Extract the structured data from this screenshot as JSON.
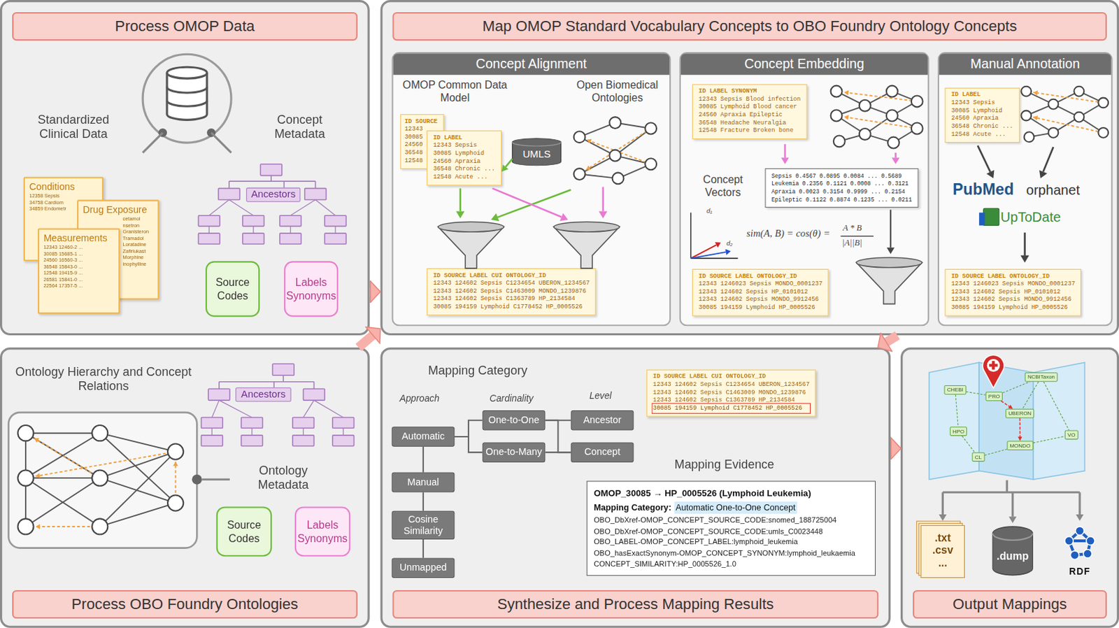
{
  "diagram": {
    "nodes": [
      {
        "text": [
          "Process OMOP Data"
        ]
      },
      {
        "text": [
          "Conditions",
          "12358 Sepsis",
          "34758 Cardiom",
          "34859 Endometr"
        ],
        "in": 0
      },
      {
        "text": [
          "Drug Exposure",
          "cetamol",
          "nsetron",
          "Granisteron",
          "Tramadol",
          "Loratadine",
          "Zafirlukast",
          "Morphine",
          "inophylline"
        ],
        "in": 0
      },
      {
        "text": [
          "Measurements",
          "12343 12460-2 ...",
          "30085 15685-1 ...",
          "24560 16560-3 ...",
          "36548 15843-0 ...",
          "12548 19415-9 ...",
          "26581 15841-0 ...",
          "22564 17357-5 ..."
        ],
        "in": 0
      },
      {
        "text": [
          "Ancestors"
        ],
        "in": 0
      },
      {
        "text": [
          "Source Codes"
        ],
        "in": 0
      },
      {
        "text": [
          "Labels Synonyms"
        ],
        "in": 0
      },
      {
        "text": [
          "Map OMOP Standard Vocabulary Concepts to OBO Foundry Ontology Concepts"
        ]
      },
      {
        "text": [
          "Concept Alignment"
        ],
        "in": 7
      },
      {
        "text": [
          "ID SOURCE",
          "12343",
          "30085",
          "24560",
          "36548",
          "12548"
        ],
        "in": 8
      },
      {
        "text": [
          "ID LABEL",
          "12343 Sepsis",
          "30085 Lymphoid",
          "24560 Apraxia",
          "36548 Chronic ...",
          "12548 Acute ..."
        ],
        "in": 8
      },
      {
        "text": [
          "UMLS"
        ],
        "in": 8
      },
      {
        "text": [
          "ID SOURCE LABEL CUI ONTOLOGY_ID",
          "12343 124602 Sepsis C1234654 UBERON_1234567",
          "12343 124602 Sepsis C1463009 MONDO_1239876",
          "12343 124602 Sepsis C1363789 HP_2134584",
          "30085 194159 Lymphoid C1778452 HP_0005526"
        ],
        "in": 8
      },
      {
        "text": [
          "Concept Embedding"
        ],
        "in": 7
      },
      {
        "text": [
          "ID LABEL SYNONYM",
          "12343 Sepsis Blood infection",
          "30085 Lymphoid Blood cancer",
          "24560 Apraxia Epileptic",
          "36548 Headache Neuralgia",
          "12548 Fracture Broken bone"
        ],
        "in": 13
      },
      {
        "text": [
          "Sepsis 0.4567 0.0895 0.0084 ... 0.5689",
          "Leukemia 0.2356 0.1121 0.0008 ... 0.3121",
          "Apraxia 0.0023 0.3154 0.9999 ... 0.2154",
          "Epileptic 0.1122 0.8874 0.1235 ... 0.0211"
        ],
        "in": 13
      },
      {
        "text": [
          "ID SOURCE LABEL ONTOLOGY_ID",
          "12343 1246023 Sepsis MONDO_0001237",
          "12343 124602 Sepsis HP_0101012",
          "12343 124602 Sepsis MONDO_9912456",
          "30085 194159 Lymphoid HP_0005526"
        ],
        "in": 13
      },
      {
        "text": [
          "Manual Annotation"
        ],
        "in": 7
      },
      {
        "text": [
          "ID LABEL",
          "12343 Sepsis",
          "30085 Lymphoid",
          "24560 Apraxia",
          "36548 Chronic ...",
          "12548 Acute ..."
        ],
        "in": 17
      },
      {
        "text": [
          "ID SOURCE LABEL ONTOLOGY_ID",
          "12343 1246023 Sepsis MONDO_0001237",
          "12343 124602 Sepsis HP_0101012",
          "12343 124602 Sepsis MONDO_9912456",
          "30085 194159 Lymphoid HP_0005526"
        ],
        "in": 17
      },
      {
        "text": [
          "Process OBO Foundry Ontologies"
        ]
      },
      {
        "text": [
          "Ancestors"
        ],
        "in": 20
      },
      {
        "text": [
          "Source Codes"
        ],
        "in": 20
      },
      {
        "text": [
          "Labels Synonyms"
        ],
        "in": 20
      },
      {
        "text": [
          "Synthesize and Process Mapping Results"
        ]
      },
      {
        "text": [
          "Automatic"
        ],
        "in": 24
      },
      {
        "text": [
          "Manual"
        ],
        "in": 24
      },
      {
        "text": [
          "Cosine Similarity"
        ],
        "in": 24
      },
      {
        "text": [
          "Unmapped"
        ],
        "in": 24
      },
      {
        "text": [
          "One-to-One"
        ],
        "in": 24
      },
      {
        "text": [
          "One-to-Many"
        ],
        "in": 24
      },
      {
        "text": [
          "Ancestor"
        ],
        "in": 24
      },
      {
        "text": [
          "Concept"
        ],
        "in": 24
      },
      {
        "text": [
          "ID SOURCE LABEL CUI ONTOLOGY_ID",
          "12343 124602 Sepsis C1234654 UBERON_1234567",
          "12343 124602 Sepsis C1463009 MONDO_1239876",
          "12343 124602 Sepsis C1363789 HP_2134584",
          "30085 194159 Lymphoid C1778452 HP_0005526"
        ],
        "in": 24
      },
      {
        "text": [
          "OMOP_30085 → HP_0005526 (Lymphoid Leukemia)",
          "Mapping Category:",
          "Automatic One-to-One Concept",
          "OBO_DbXref-OMOP_CONCEPT_SOURCE_CODE:snomed_188725004",
          "OBO_DbXref-OMOP_CONCEPT_SOURCE_CODE:umls_C0023448",
          "OBO_LABEL-OMOP_CONCEPT_LABEL:lymphoid_leukemia",
          "OBO_hasExactSynonym-OMOP_CONCEPT_SYNONYM:lymphoid_leukaemia",
          "CONCEPT_SIMILARITY:HP_0005526_1.0"
        ],
        "in": 24
      },
      {
        "text": [
          "Output Mappings"
        ]
      },
      {
        "text": [
          "CHEBI"
        ],
        "in": 35
      },
      {
        "text": [
          "PRO"
        ],
        "in": 35
      },
      {
        "text": [
          "NCBITaxon"
        ],
        "in": 35
      },
      {
        "text": [
          "UBERON"
        ],
        "in": 35
      },
      {
        "text": [
          "HPO"
        ],
        "in": 35
      },
      {
        "text": [
          "MONDO"
        ],
        "in": 35
      },
      {
        "text": [
          "CL"
        ],
        "in": 35
      },
      {
        "text": [
          "VO"
        ],
        "in": 35
      },
      {
        "text": [
          ".txt .csv ..."
        ],
        "in": 35
      },
      {
        "text": [
          ".dump"
        ],
        "in": 35
      },
      {
        "text": [
          "RDF"
        ],
        "in": 35
      }
    ],
    "edges": [
      {
        "from": 0,
        "to": 7,
        "arrow": "to"
      },
      {
        "from": 20,
        "to": 7,
        "arrow": "to"
      },
      {
        "from": 7,
        "to": 24,
        "arrow": "to"
      },
      {
        "from": 24,
        "to": 35,
        "arrow": "to"
      },
      {
        "from": 11,
        "to": 10,
        "arrow": "to"
      },
      {
        "from": 25,
        "to": 29,
        "arrow": "none"
      },
      {
        "from": 25,
        "to": 30,
        "arrow": "none"
      },
      {
        "from": 29,
        "to": 31,
        "arrow": "none"
      },
      {
        "from": 29,
        "to": 32,
        "arrow": "none"
      },
      {
        "from": 30,
        "to": 32,
        "arrow": "none"
      },
      {
        "from": 25,
        "to": 26,
        "arrow": "none"
      },
      {
        "from": 26,
        "to": 27,
        "arrow": "none"
      },
      {
        "from": 27,
        "to": 28,
        "arrow": "none"
      },
      {
        "from": 36,
        "to": 37,
        "arrow": "none"
      },
      {
        "from": 37,
        "to": 38,
        "arrow": "none"
      },
      {
        "from": 37,
        "to": 39,
        "arrow": "to"
      },
      {
        "from": 38,
        "to": 39,
        "arrow": "none"
      },
      {
        "from": 39,
        "to": 41,
        "arrow": "to"
      },
      {
        "from": 40,
        "to": 42,
        "arrow": "none"
      },
      {
        "from": 42,
        "to": 41,
        "arrow": "none"
      },
      {
        "from": 41,
        "to": 43,
        "arrow": "none"
      },
      {
        "from": 38,
        "to": 43,
        "arrow": "none"
      },
      {
        "from": 36,
        "to": 40,
        "arrow": "none"
      }
    ],
    "labels": [
      "Standardized Clinical Data",
      "Concept Metadata",
      "OMOP Common Data Model",
      "Open Biomedical Ontologies",
      "Concept Vectors",
      "d₁",
      "d₂",
      "sim(A, B) = cos(θ) =",
      "A * B",
      "|A||B|",
      "PubMed",
      "orphanet",
      "UpToDate",
      "Ontology Hierarchy and Concept Relations",
      "Ontology Metadata",
      "Mapping Category",
      "Approach",
      "Cardinality",
      "Level",
      "Mapping Evidence"
    ]
  }
}
